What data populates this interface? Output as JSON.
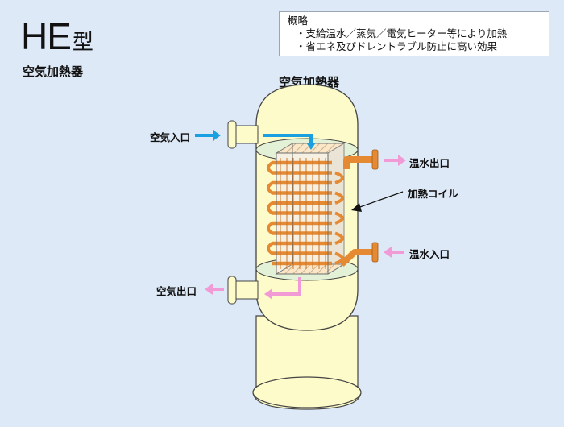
{
  "header": {
    "model": "HE",
    "model_suffix": "型",
    "product_name": "空気加熱器"
  },
  "summary": {
    "heading": "概略",
    "bullets": [
      "・支給温水／蒸気／電気ヒーター等により加熱",
      "・省エネ及びドレントラブル防止に高い効果"
    ]
  },
  "diagram": {
    "title": "空気加熱器",
    "labels": {
      "air_inlet": "空気入口",
      "hot_water_outlet": "温水出口",
      "heating_coil": "加熱コイル",
      "hot_water_inlet": "温水入口",
      "air_outlet": "空気出口"
    },
    "colors": {
      "vessel": "#fdfbc9",
      "vessel_stroke": "#444444",
      "coil": "#e58a33",
      "air_in_arrow": "#1aa0e0",
      "warm_arrow": "#f29ad6",
      "background": "#dde9f6"
    }
  }
}
